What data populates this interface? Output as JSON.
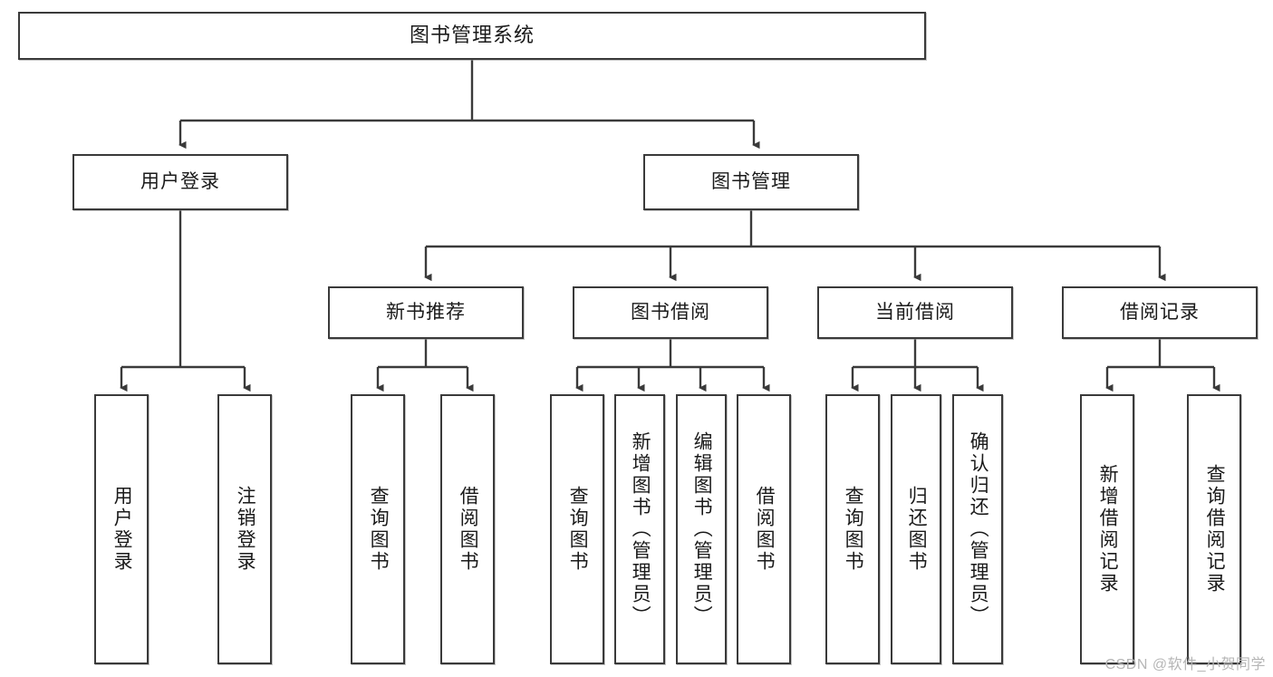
{
  "diagram": {
    "title": "图书管理系统",
    "watermark": "CSDN @软件_小贺同学",
    "colors": {
      "border": "#3a3a3a",
      "background": "#ffffff",
      "text": "#1a1a1a",
      "watermark": "#b6b6b6"
    },
    "root": {
      "label": "图书管理系统"
    },
    "level2": [
      {
        "label": "用户登录"
      },
      {
        "label": "图书管理"
      }
    ],
    "level3": [
      {
        "label": "新书推荐"
      },
      {
        "label": "图书借阅"
      },
      {
        "label": "当前借阅"
      },
      {
        "label": "借阅记录"
      }
    ],
    "leaves": {
      "user_login": [
        {
          "label": "用户登录"
        },
        {
          "label": "注销登录"
        }
      ],
      "new_book": [
        {
          "label": "查询图书"
        },
        {
          "label": "借阅图书"
        }
      ],
      "book_borrow": [
        {
          "label": "查询图书"
        },
        {
          "label": "新增图书（管理员）"
        },
        {
          "label": "编辑图书（管理员）"
        },
        {
          "label": "借阅图书"
        }
      ],
      "current_borrow": [
        {
          "label": "查询图书"
        },
        {
          "label": "归还图书"
        },
        {
          "label": "确认归还（管理员）"
        }
      ],
      "borrow_record": [
        {
          "label": "新增借阅记录"
        },
        {
          "label": "查询借阅记录"
        }
      ]
    }
  }
}
